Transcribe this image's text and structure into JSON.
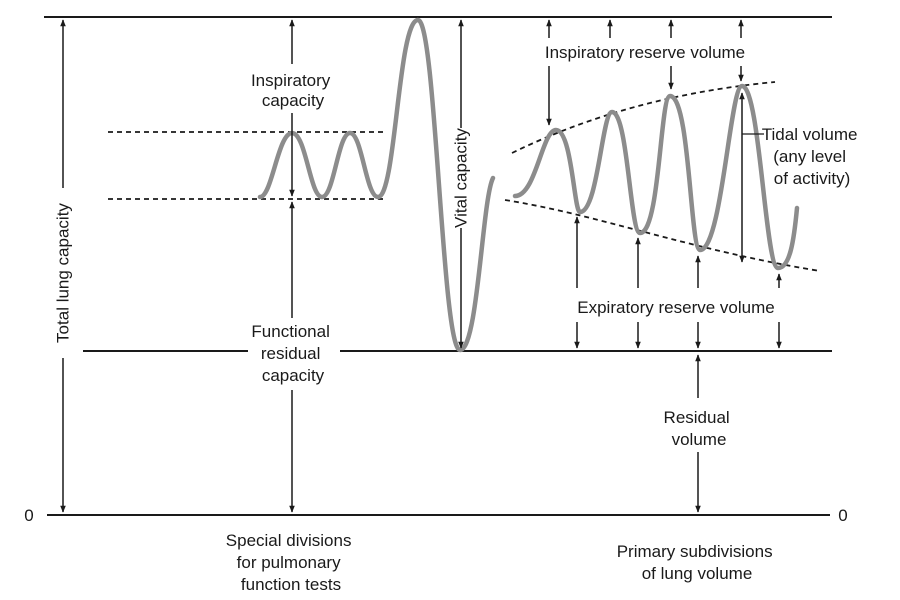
{
  "labels": {
    "total_lung_capacity": "Total lung capacity",
    "inspiratory_capacity": [
      "Inspiratory",
      "capacity"
    ],
    "functional_residual_capacity": [
      "Functional",
      "residual",
      "capacity"
    ],
    "vital_capacity": "Vital capacity",
    "inspiratory_reserve_volume": "Inspiratory reserve volume",
    "tidal_volume": [
      "Tidal volume",
      "(any level",
      "of activity)"
    ],
    "expiratory_reserve_volume": "Expiratory reserve volume",
    "residual_volume": [
      "Residual",
      "volume"
    ],
    "special_divisions": [
      "Special divisions",
      "for pulmonary",
      "function tests"
    ],
    "primary_subdivisions": [
      "Primary subdivisions",
      "of lung volume"
    ]
  },
  "axis": {
    "left_zero": "0",
    "right_zero": "0"
  },
  "colors": {
    "trace": "#8c8c8c",
    "lines": "#1a1a1a"
  }
}
